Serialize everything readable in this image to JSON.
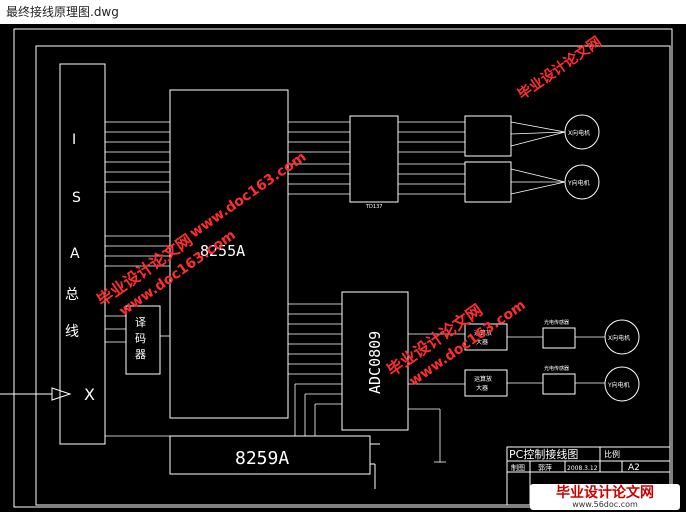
{
  "window": {
    "title": "最终接线原理图.dwg"
  },
  "bus": {
    "letters": [
      "I",
      "S",
      "A",
      "总",
      "线"
    ]
  },
  "chips": {
    "ppi": "8255A",
    "adc": "ADC0809",
    "pic": "8259A",
    "decoder": [
      "译",
      "码",
      "器"
    ],
    "driver": "TD137",
    "amp1": [
      "运算放",
      "大器"
    ],
    "amp2": [
      "运算放",
      "大器"
    ]
  },
  "motors": {
    "m1": "X向电机",
    "m2": "Y向电机",
    "m3": "X向电机",
    "m4": "Y向电机"
  },
  "labels": {
    "sensor1": "光电传感器",
    "sensor2": "光电传感器"
  },
  "title_block": {
    "title": "PC控制接线图",
    "scale": "比例",
    "drawn": "制图",
    "name": "郭萍",
    "date": "2008.3.12",
    "sheet": "A2"
  },
  "watermarks": {
    "w1_cn": "毕业设计论文网",
    "w1_url": "www.doc163.com",
    "w2_cn": "毕业设计论文网",
    "w2_url": "www.doc163.com",
    "w3_cn": "毕业设计论文网",
    "w3_url": "www.doc163.com"
  },
  "logo": {
    "text": "毕业设计论文网",
    "url": "www.56doc.com"
  }
}
